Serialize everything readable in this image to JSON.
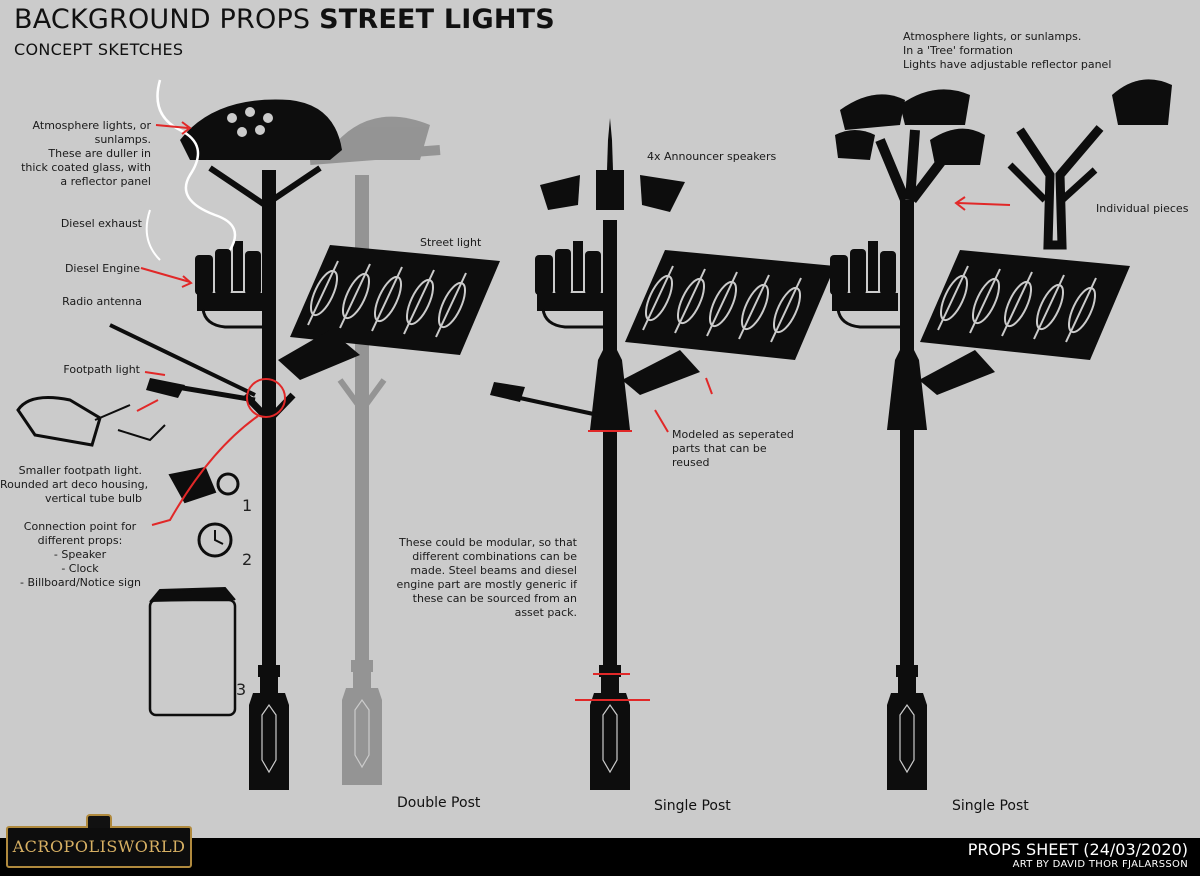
{
  "header": {
    "title_part1": "BACKGROUND PROPS",
    "title_part2": "STREET LIGHTS",
    "subtitle": "CONCEPT SKETCHES"
  },
  "annotations": {
    "atmosphere_left": [
      "Atmosphere lights, or",
      "sunlamps.",
      "These are duller in",
      "thick coated glass, with",
      "a reflector panel"
    ],
    "diesel_exhaust": "Diesel exhaust",
    "diesel_engine": "Diesel Engine",
    "radio_antenna": "Radio antenna",
    "footpath_light": "Footpath light",
    "smaller_footpath": [
      "Smaller footpath light.",
      "Rounded art deco housing,",
      "vertical tube bulb"
    ],
    "connection_point": [
      "Connection point for",
      "different props:",
      "- Speaker",
      "- Clock",
      "- Billboard/Notice sign"
    ],
    "street_light": "Street light",
    "announcer": "4x Announcer speakers",
    "modeled": [
      "Modeled as seperated",
      "parts that can be",
      "reused"
    ],
    "modular": [
      "These could be modular, so that",
      "different combinations can be",
      "made. Steel beams and diesel",
      "engine part are mostly generic if",
      "these can be sourced from an",
      "asset pack."
    ],
    "atmosphere_right": [
      "Atmosphere lights, or sunlamps.",
      "In a 'Tree' formation",
      "Lights have adjustable reflector panel"
    ],
    "individual": "Individual pieces"
  },
  "prop_numbers": [
    "1",
    "2",
    "3"
  ],
  "captions": {
    "double": "Double Post",
    "single_a": "Single Post",
    "single_b": "Single Post"
  },
  "footer": {
    "logo": "ACROPOLISWORLD",
    "sheet_title": "PROPS SHEET (24/03/2020)",
    "credit": "ART BY DAVID THOR FJALARSSON"
  },
  "colors": {
    "background": "#cbcbcb",
    "ink": "#0d0d0d",
    "ghost": "#8f8f8f",
    "annotation_red": "#e12828",
    "footer": "#000000",
    "logo_gold": "#d7b063"
  }
}
